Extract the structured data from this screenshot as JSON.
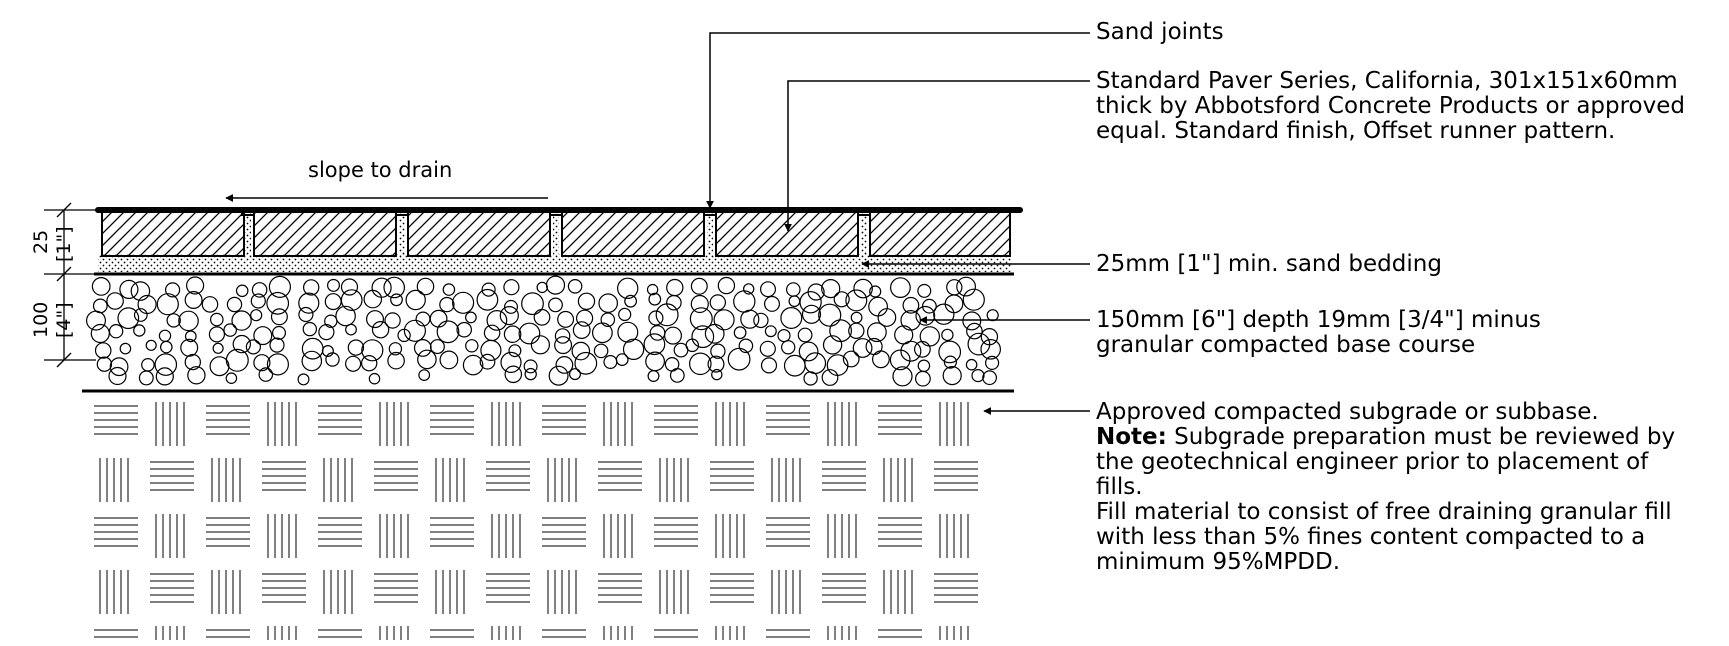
{
  "callouts": {
    "sand_joints": "Sand joints",
    "paver_lines": [
      "Standard Paver Series, California, 301x151x60mm",
      "thick by Abbotsford Concrete Products or approved",
      "equal. Standard finish, Offset runner pattern."
    ],
    "sand_bedding": "25mm [1\"] min. sand bedding",
    "base_course_lines": [
      "150mm [6\"] depth 19mm [3/4\"] minus",
      "granular compacted base course"
    ],
    "subgrade_line1": "Approved compacted subgrade or subbase.",
    "subgrade_note_label": "Note:",
    "subgrade_note_rest": " Subgrade preparation must be reviewed by",
    "subgrade_lines": [
      "the geotechnical engineer prior to placement of",
      "fills.",
      "Fill material to consist of free draining granular fill",
      "with less than 5% fines content compacted to a",
      "minimum 95%MPDD."
    ]
  },
  "slope_label": "slope to drain",
  "dimensions": {
    "bedding_mm": "25",
    "bedding_in": "[1\"]",
    "base_mm": "100",
    "base_in": "[4\"]"
  }
}
